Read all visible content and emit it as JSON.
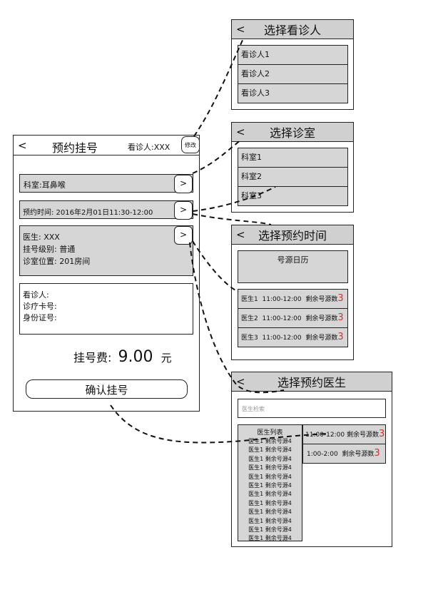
{
  "main": {
    "back": "<",
    "title": "预约挂号",
    "patient_label": "看诊人:XXX",
    "edit_label": "修改",
    "department": "科室:耳鼻喉",
    "time": "预约时间: 2016年2月01日11:30-12:00",
    "doctor_lines": [
      "医生: XXX",
      "挂号级别: 普通",
      "诊室位置: 201房间"
    ],
    "patient_info_lines": [
      "看诊人:",
      "诊疗卡号:",
      "身份证号:"
    ],
    "fee_label": "挂号费:",
    "fee_amount": "9.00",
    "fee_unit": "元",
    "confirm": "确认挂号",
    "chevron": ">"
  },
  "panel_patient": {
    "back": "<",
    "title": "选择看诊人",
    "items": [
      "看诊人1",
      "看诊人2",
      "看诊人3"
    ]
  },
  "panel_room": {
    "back": "<",
    "title": "选择诊室",
    "items": [
      "科室1",
      "科室2",
      "科室3"
    ]
  },
  "panel_time": {
    "back": "<",
    "title": "选择预约时间",
    "calendar": "号源日历",
    "rows": [
      {
        "doctor": "医生1",
        "slot": "11:00-12:00",
        "remain_label": "剩余号源数",
        "remain": "3"
      },
      {
        "doctor": "医生2",
        "slot": "11:00-12:00",
        "remain_label": "剩余号源数",
        "remain": "3"
      },
      {
        "doctor": "医生3",
        "slot": "11:00-12:00",
        "remain_label": "剩余号源数",
        "remain": "3"
      }
    ]
  },
  "panel_doctor": {
    "back": "<",
    "title": "选择预约医生",
    "search_placeholder": "医生检索",
    "list_title": "医生列表",
    "list_items": [
      "医生1 剩余号源4",
      "医生1 剩余号源4",
      "医生1 剩余号源4",
      "医生1 剩余号源4",
      "医生1 剩余号源4",
      "医生1 剩余号源4",
      "医生1 剩余号源4",
      "医生1 剩余号源4",
      "医生1 剩余号源4",
      "医生1 剩余号源4",
      "医生1 剩余号源4",
      "医生1 剩余号源4"
    ],
    "slots": [
      {
        "slot": "11:00-12:00",
        "remain_label": "剩余号源数",
        "remain": "3"
      },
      {
        "slot": "1:00-2:00",
        "remain_label": "剩余号源数",
        "remain": "3"
      }
    ]
  }
}
